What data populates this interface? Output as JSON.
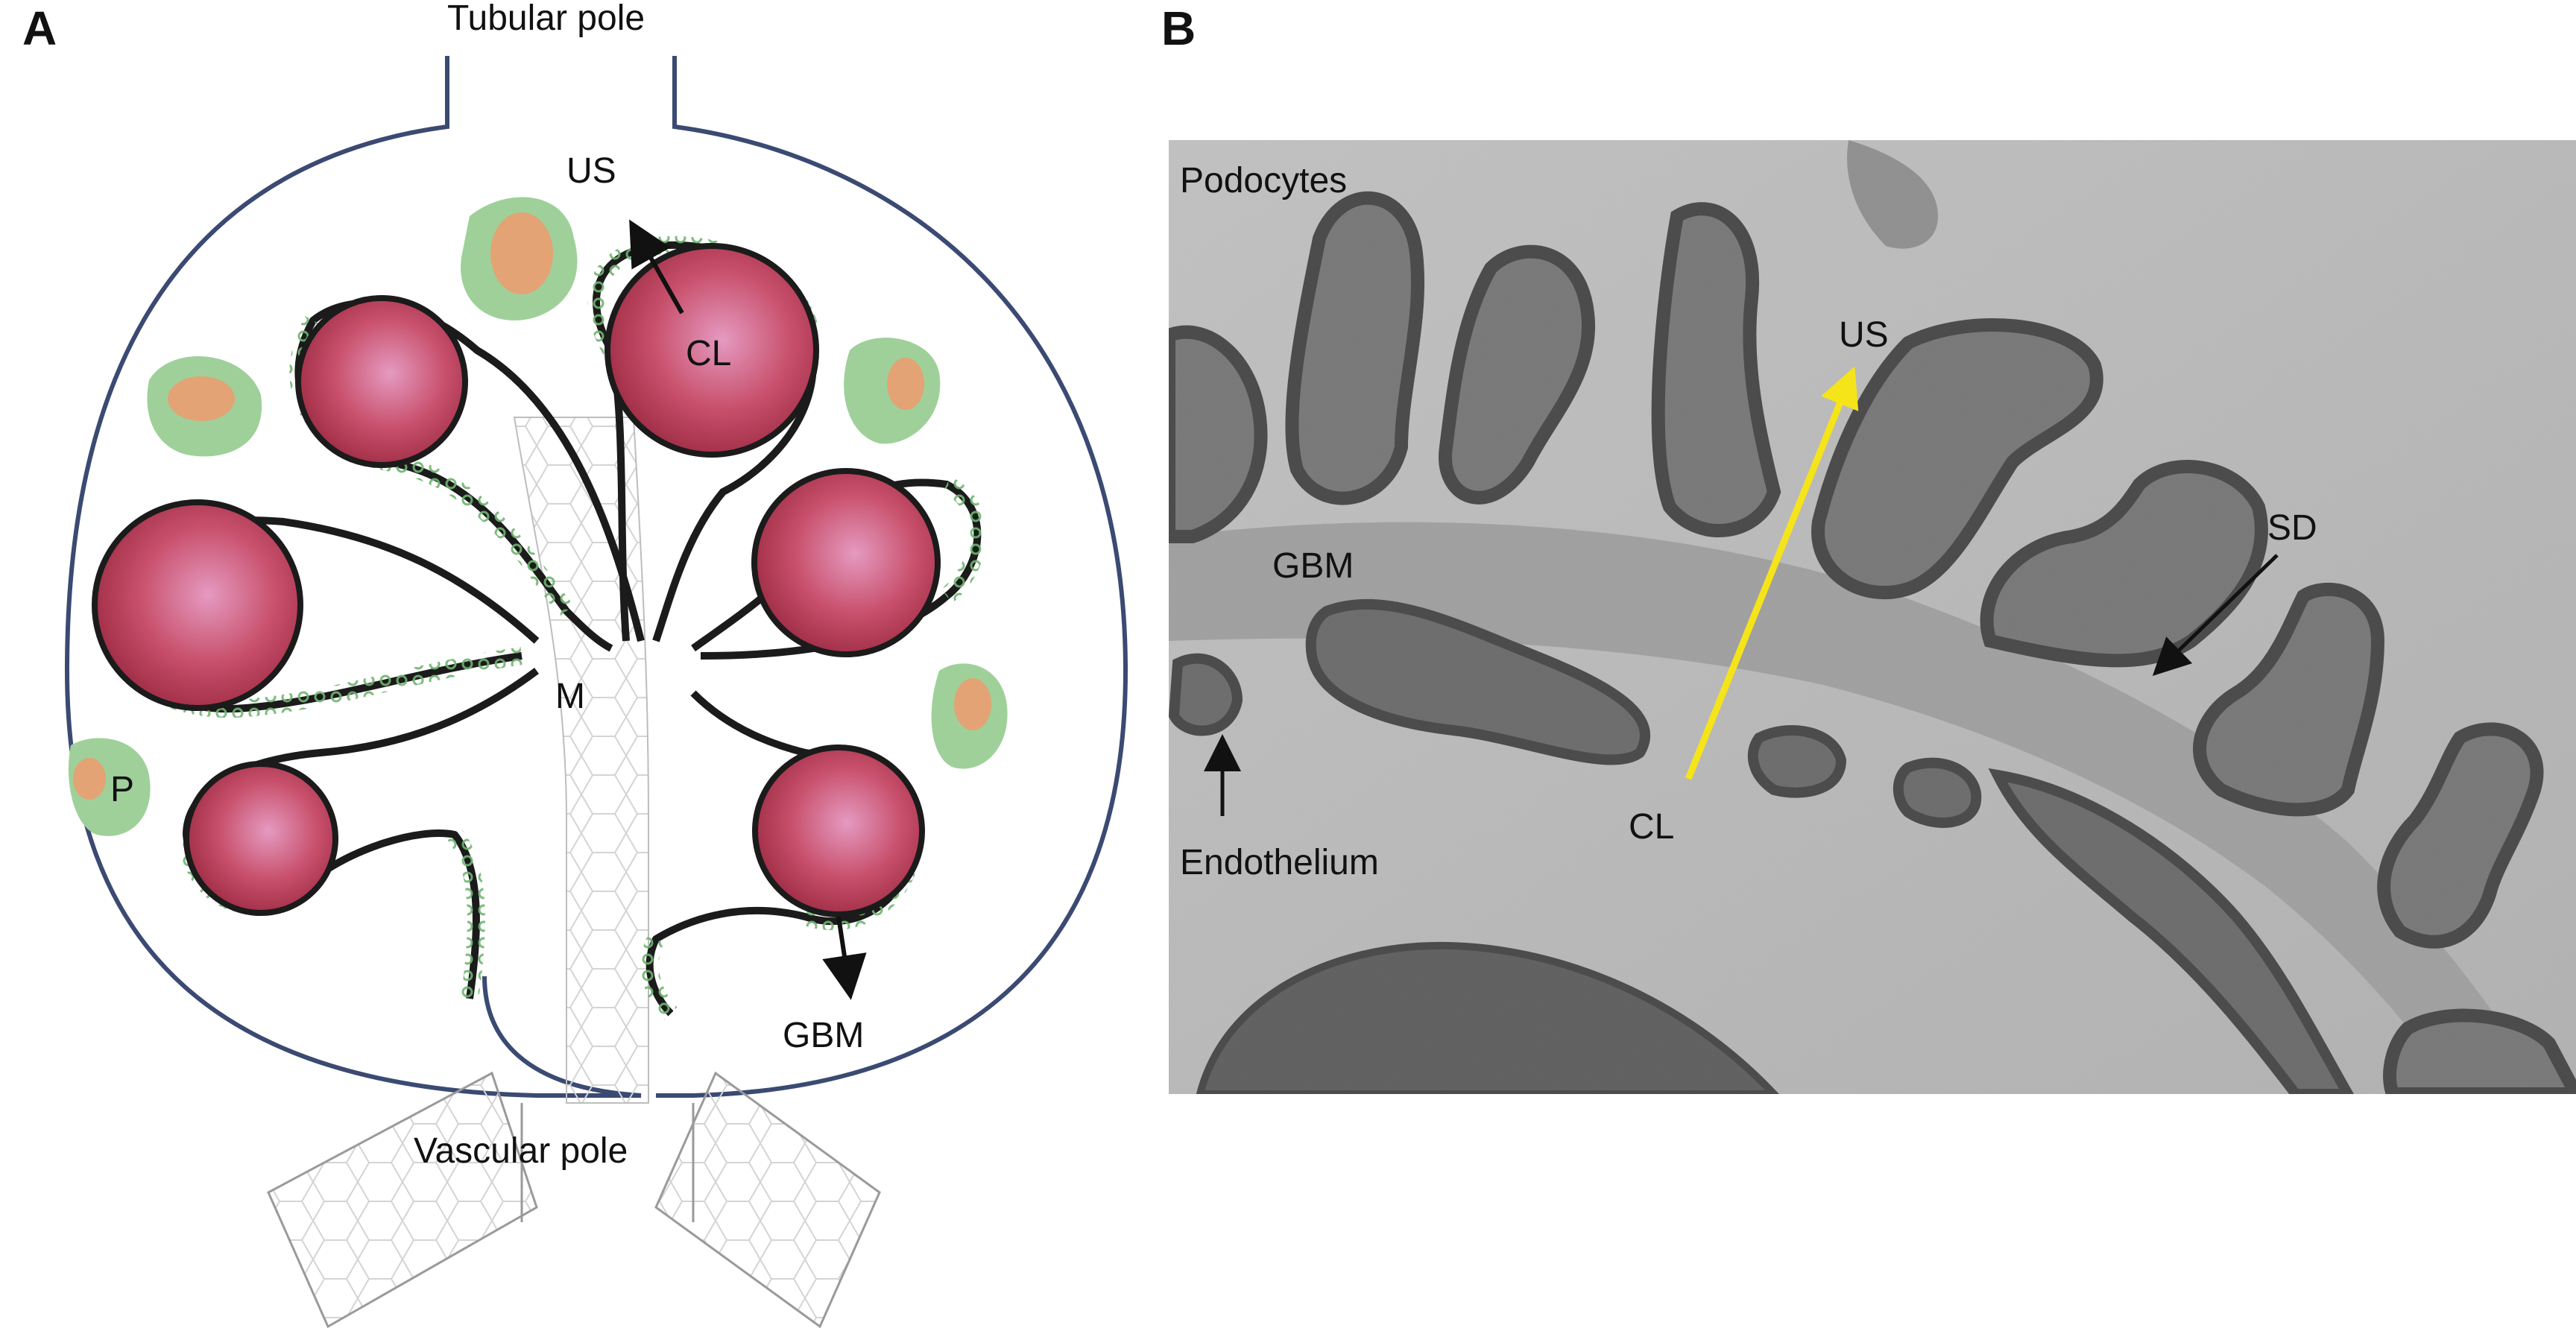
{
  "panel_a": {
    "letter": "A",
    "tubular_pole": "Tubular pole",
    "vascular_pole": "Vascular pole",
    "us": "US",
    "cl": "CL",
    "m": "M",
    "p": "P",
    "gbm": "GBM"
  },
  "panel_b": {
    "letter": "B",
    "podocytes": "Podocytes",
    "us": "US",
    "gbm": "GBM",
    "sd": "SD",
    "cl": "CL",
    "endothelium": "Endothelium"
  },
  "colors": {
    "capsule": "#3b4a72",
    "capillary": "#c2405c",
    "capillary_highlight": "#e59ac0",
    "podocyte": "#9fd09a",
    "podocyte_nucleus": "#e3a374",
    "gbm_line": "#1b1b1b",
    "foot_process": "#6fb370",
    "mesangium": "#c8c8c8",
    "em_background": "#bdbdbd",
    "em_dark": "#4a4a4a",
    "yellow_arrow": "#f5e41a"
  }
}
